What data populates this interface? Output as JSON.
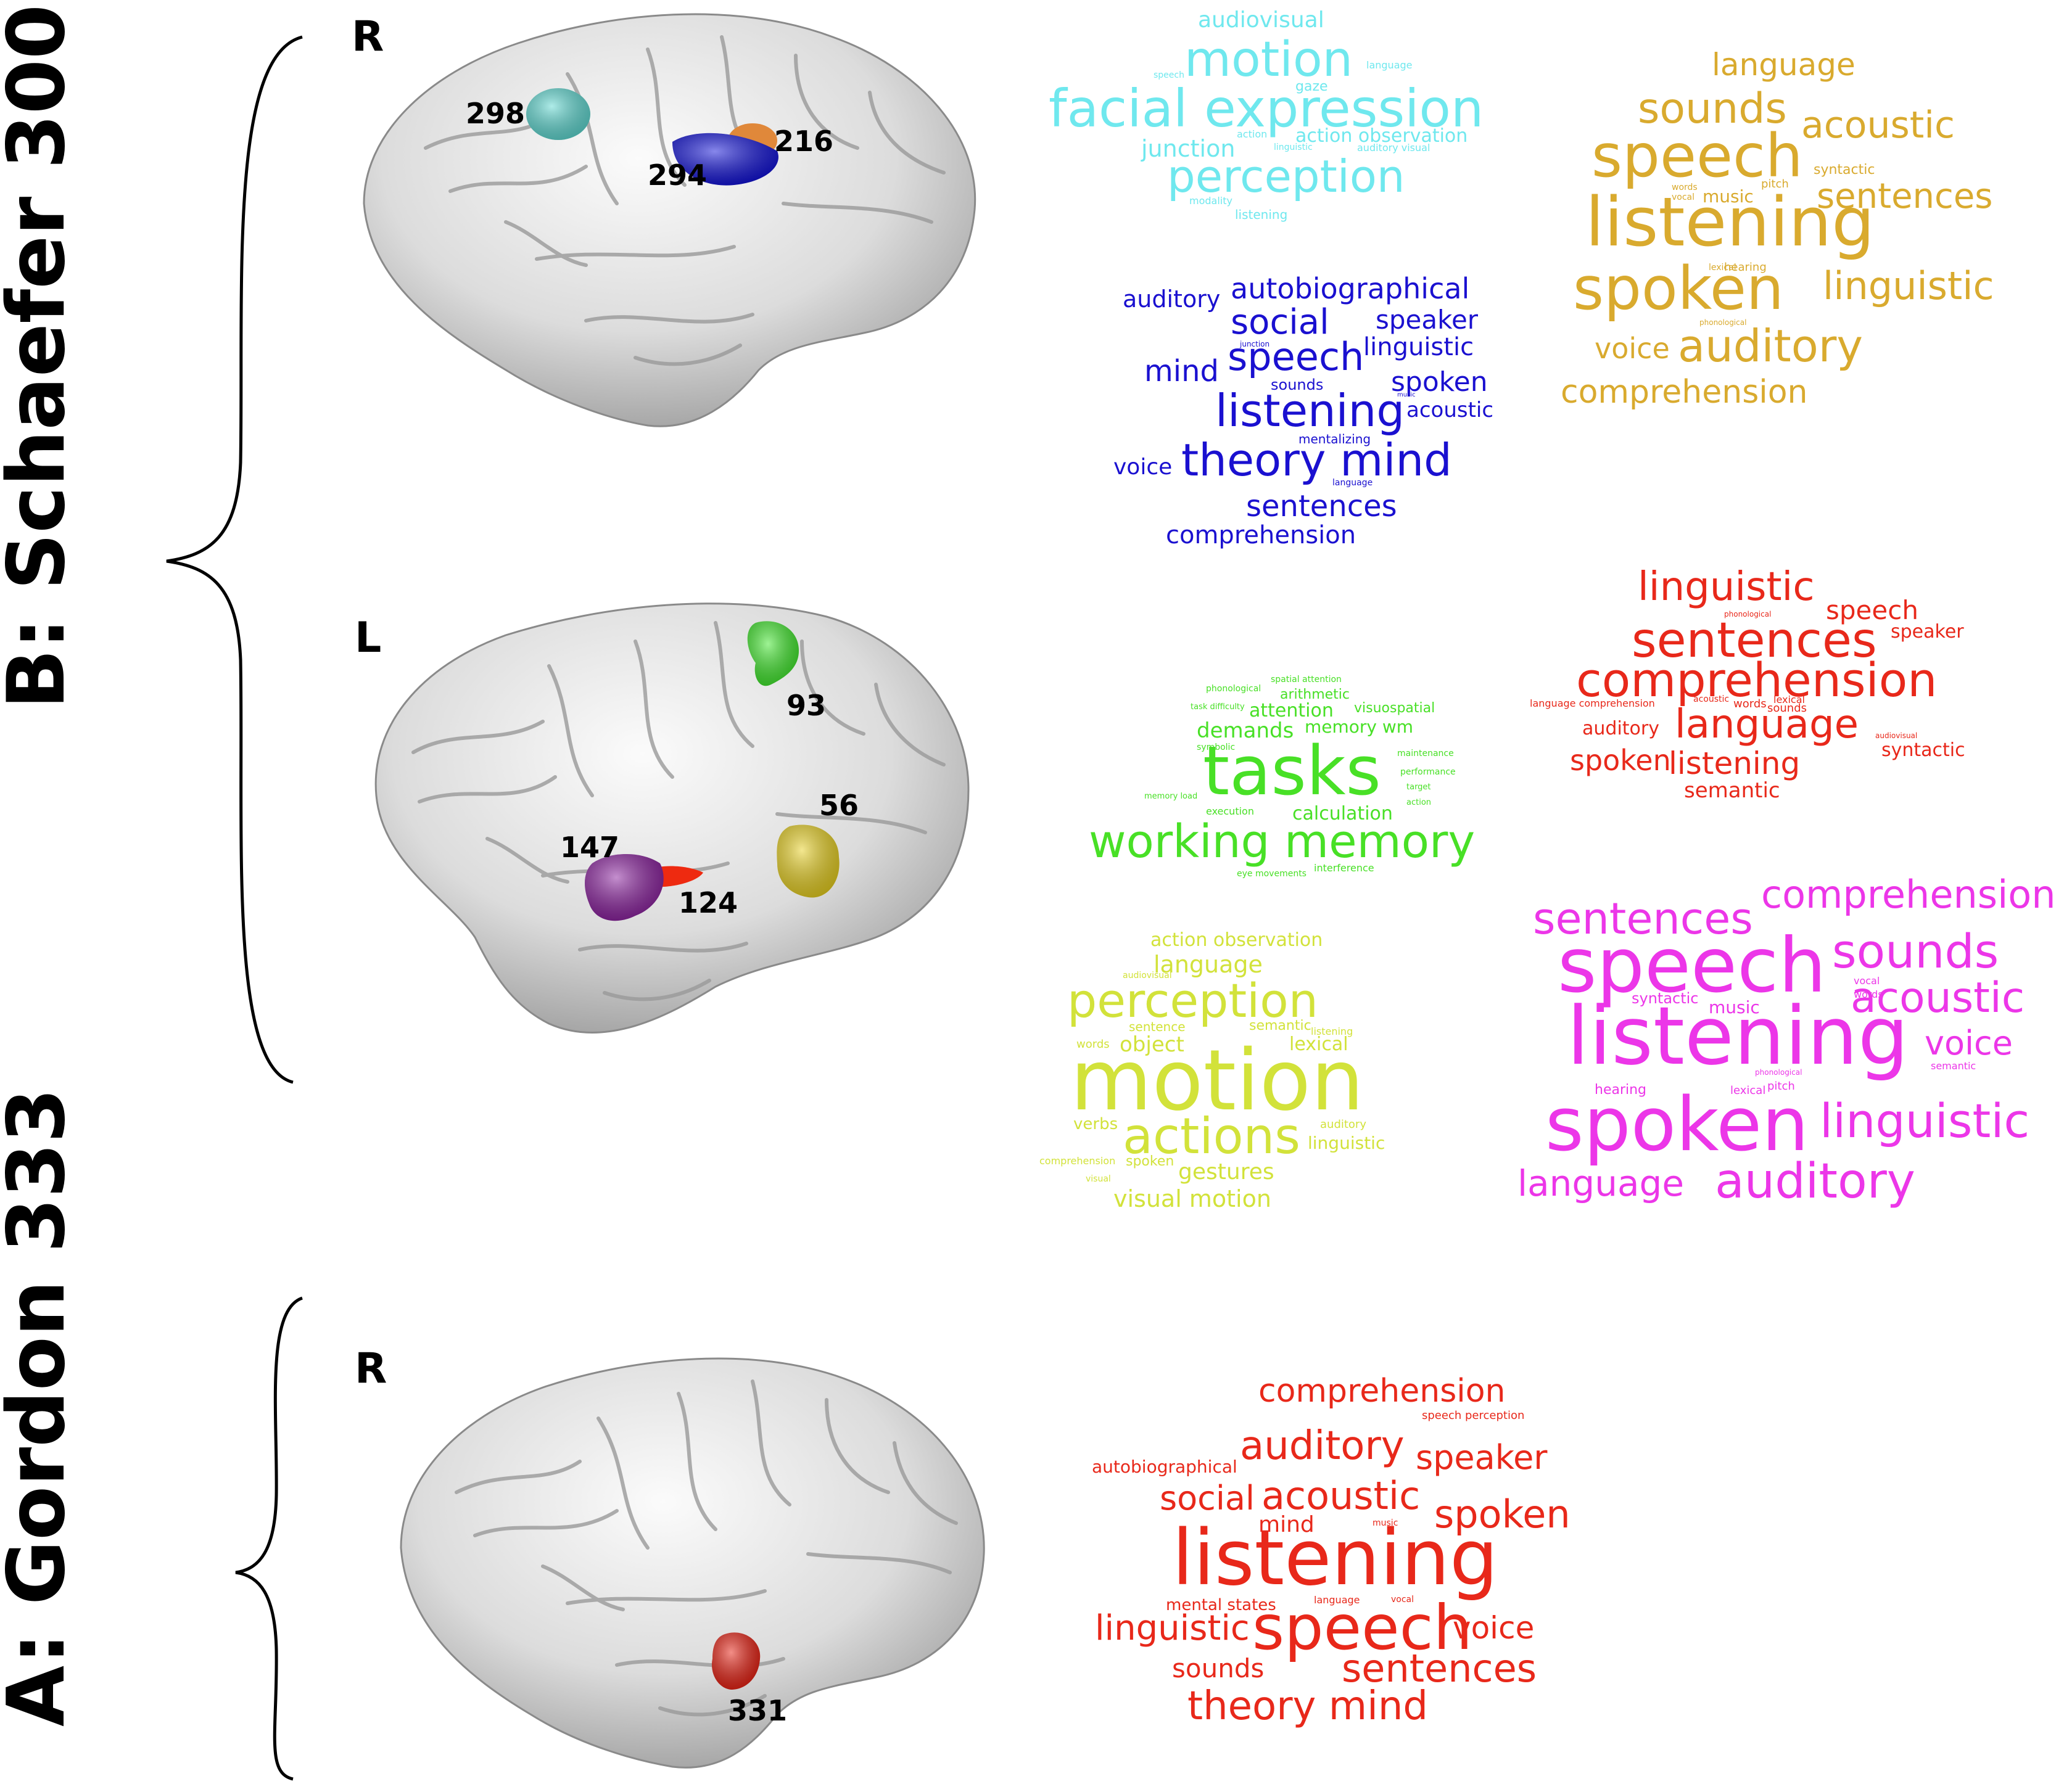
{
  "sections": [
    {
      "label": "B: Schaefer 300"
    },
    {
      "label": "A: Gordon 333"
    }
  ],
  "panels": [
    {
      "hemisphere": "R",
      "regions": [
        "298",
        "216",
        "294"
      ]
    },
    {
      "hemisphere": "L",
      "regions": [
        "93",
        "56",
        "147",
        "124"
      ]
    },
    {
      "hemisphere": "R",
      "regions": [
        "331"
      ]
    }
  ],
  "colors": {
    "region_298": "#5ed9d2",
    "region_216": "#e0883a",
    "region_294": "#1010d8",
    "region_93": "#3ee82a",
    "region_56": "#e8d020",
    "region_147": "#8a1f9e",
    "region_124": "#ee2a10",
    "region_331": "#e81e10",
    "cloud_cyan": "#6fe8ee",
    "cloud_gold": "#d9aa2e",
    "cloud_blue": "#1a10d0",
    "cloud_red": "#e8281a",
    "cloud_green": "#48e026",
    "cloud_yellow": "#d2e23a",
    "cloud_magenta": "#ec36e8",
    "cloud_red2": "#e8281a"
  },
  "clouds": [
    {
      "color": "#6fe8ee",
      "words": [
        "audiovisual",
        "motion",
        "facial expression",
        "junction",
        "action observation",
        "perception",
        "gaze",
        "language",
        "action",
        "speech",
        "modality",
        "listening",
        "auditory visual",
        "linguistic"
      ]
    },
    {
      "color": "#d9aa2e",
      "words": [
        "language",
        "sounds",
        "acoustic",
        "speech",
        "syntactic",
        "listening",
        "music",
        "sentences",
        "pitch",
        "spoken",
        "linguistic",
        "hearing",
        "lexical",
        "voice",
        "auditory",
        "comprehension",
        "phonological",
        "words",
        "vocal"
      ]
    },
    {
      "color": "#1a10d0",
      "words": [
        "auditory",
        "autobiographical",
        "social",
        "speaker",
        "mind",
        "speech",
        "linguistic",
        "junction",
        "sounds",
        "spoken",
        "listening",
        "acoustic",
        "mentalizing",
        "voice",
        "theory mind",
        "language",
        "sentences",
        "comprehension",
        "music"
      ]
    },
    {
      "color": "#e8281a",
      "words": [
        "linguistic",
        "speech",
        "phonological",
        "sentences",
        "speaker",
        "comprehension",
        "language comprehension",
        "words",
        "sounds",
        "auditory",
        "language",
        "syntactic",
        "spoken",
        "listening",
        "semantic",
        "lexical",
        "acoustic",
        "audiovisual"
      ]
    },
    {
      "color": "#48e026",
      "words": [
        "spatial attention",
        "phonological",
        "arithmetic",
        "task difficulty",
        "attention",
        "visuospatial",
        "demands",
        "memory wm",
        "symbolic",
        "maintenance",
        "tasks",
        "performance",
        "memory load",
        "execution",
        "action",
        "working memory",
        "calculation",
        "eye movements",
        "interference",
        "target"
      ]
    },
    {
      "color": "#d2e23a",
      "words": [
        "action observation",
        "language",
        "audiovisual",
        "perception",
        "sentence",
        "semantic",
        "listening",
        "words",
        "object",
        "lexical",
        "motion",
        "verbs",
        "auditory",
        "actions",
        "linguistic",
        "comprehension",
        "spoken",
        "visual",
        "gestures",
        "visual motion"
      ]
    },
    {
      "color": "#ec36e8",
      "words": [
        "comprehension",
        "sentences",
        "speech",
        "sounds",
        "vocal",
        "syntactic",
        "music",
        "words",
        "acoustic",
        "listening",
        "voice",
        "semantic",
        "hearing",
        "lexical",
        "pitch",
        "phonological",
        "spoken",
        "linguistic",
        "language",
        "auditory"
      ]
    },
    {
      "color": "#e8281a",
      "words": [
        "comprehension",
        "speech perception",
        "autobiographical",
        "auditory",
        "speaker",
        "social",
        "acoustic",
        "spoken",
        "mind",
        "music",
        "listening",
        "mental states",
        "language",
        "vocal",
        "linguistic",
        "speech",
        "voice",
        "sounds",
        "sentences",
        "theory mind"
      ]
    }
  ]
}
